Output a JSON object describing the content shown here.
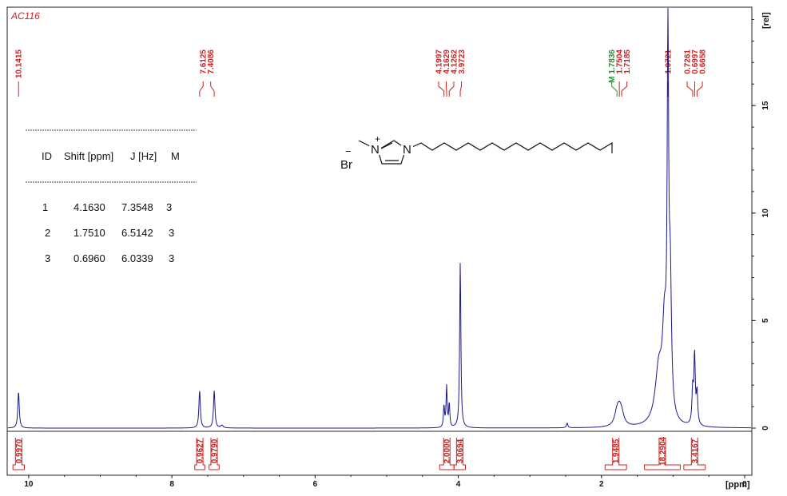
{
  "chart_data": {
    "type": "line",
    "title": "AC116",
    "xlabel": "[ppm]",
    "ylabel": "[rel]",
    "xlim": [
      10.3,
      -0.1
    ],
    "ylim": [
      -2,
      19.5
    ],
    "x_ticks": [
      "10",
      "8",
      "6",
      "4",
      "2",
      "0"
    ],
    "x_tick_values": [
      10,
      8,
      6,
      4,
      2,
      0
    ],
    "y_ticks": [
      "0",
      "5",
      "10",
      "15"
    ],
    "y_tick_values": [
      0,
      5,
      10,
      15
    ],
    "spectrum": {
      "name": "1H NMR spectrum",
      "color": "#1a1a8c",
      "peaks": [
        {
          "x": 10.1415,
          "h": 1.7,
          "w": 0.012
        },
        {
          "x": 7.6125,
          "h": 1.75,
          "w": 0.012
        },
        {
          "x": 7.4086,
          "h": 1.75,
          "w": 0.012
        },
        {
          "x": 7.3,
          "h": 0.12,
          "w": 0.02
        },
        {
          "x": 4.1997,
          "h": 1.0,
          "w": 0.009
        },
        {
          "x": 4.1629,
          "h": 1.9,
          "w": 0.009
        },
        {
          "x": 4.1262,
          "h": 1.1,
          "w": 0.009
        },
        {
          "x": 3.9723,
          "h": 7.7,
          "w": 0.01
        },
        {
          "x": 2.48,
          "h": 0.22,
          "w": 0.012
        },
        {
          "x": 1.7836,
          "h": 0.55,
          "w": 0.04
        },
        {
          "x": 1.7504,
          "h": 0.6,
          "w": 0.04
        },
        {
          "x": 1.7185,
          "h": 0.45,
          "w": 0.04
        },
        {
          "x": 1.2,
          "h": 2.5,
          "w": 0.06
        },
        {
          "x": 1.12,
          "h": 4.0,
          "w": 0.035
        },
        {
          "x": 1.0721,
          "h": 16.5,
          "w": 0.012
        },
        {
          "x": 1.04,
          "h": 6.0,
          "w": 0.02
        },
        {
          "x": 0.7261,
          "h": 1.6,
          "w": 0.012
        },
        {
          "x": 0.6997,
          "h": 3.2,
          "w": 0.011
        },
        {
          "x": 0.6658,
          "h": 1.5,
          "w": 0.012
        }
      ]
    },
    "peak_labels": [
      {
        "x": 10.1415,
        "text": "10.1415",
        "color": "#cc2222"
      },
      {
        "x": 7.6125,
        "text": "7.6125",
        "color": "#cc2222"
      },
      {
        "x": 7.4086,
        "text": "7.4086",
        "color": "#cc2222"
      },
      {
        "x": 4.1997,
        "text": "4.1997",
        "color": "#cc2222"
      },
      {
        "x": 4.1629,
        "text": "4.1629",
        "color": "#cc2222"
      },
      {
        "x": 4.1262,
        "text": "4.1262",
        "color": "#cc2222"
      },
      {
        "x": 3.9723,
        "text": "3.9723",
        "color": "#cc2222"
      },
      {
        "x": 1.7836,
        "text": "M 1.7836",
        "color": "#2e8b3a"
      },
      {
        "x": 1.7504,
        "text": "1.7504",
        "color": "#cc2222"
      },
      {
        "x": 1.7185,
        "text": "1.7185",
        "color": "#cc2222"
      },
      {
        "x": 1.0721,
        "text": "1.0721",
        "color": "#cc2222"
      },
      {
        "x": 0.7261,
        "text": "0.7261",
        "color": "#cc2222"
      },
      {
        "x": 0.6997,
        "text": "0.6997",
        "color": "#cc2222"
      },
      {
        "x": 0.6658,
        "text": "0.6658",
        "color": "#cc2222"
      }
    ],
    "integrals": [
      {
        "from": 10.22,
        "to": 10.06,
        "value": "0.9970"
      },
      {
        "from": 7.68,
        "to": 7.54,
        "value": "0.9627"
      },
      {
        "from": 7.48,
        "to": 7.34,
        "value": "0.9790"
      },
      {
        "from": 4.26,
        "to": 4.06,
        "value": "2.0000"
      },
      {
        "from": 4.06,
        "to": 3.9,
        "value": "3.0694"
      },
      {
        "from": 1.95,
        "to": 1.65,
        "value": "1.9485"
      },
      {
        "from": 1.4,
        "to": 0.9,
        "value": "18.2904"
      },
      {
        "from": 0.85,
        "to": 0.55,
        "value": "3.4167"
      }
    ],
    "table": {
      "headers": [
        "ID",
        "Shift [ppm]",
        "J [Hz]",
        "M"
      ],
      "rows": [
        [
          "1",
          "4.1630",
          "7.3548",
          "3"
        ],
        [
          "2",
          "1.7510",
          "6.5142",
          "3"
        ],
        [
          "3",
          "0.6960",
          "6.0339",
          "3"
        ]
      ]
    },
    "structure": {
      "anion": "Br",
      "anion_charge": "−",
      "cation_charge": "+",
      "n1": "N",
      "n2": "N"
    },
    "colors": {
      "peak_label": "#cc2222",
      "multiplet_label": "#2e8b3a",
      "integral": "#cc2222",
      "title": "#cc2222"
    }
  }
}
